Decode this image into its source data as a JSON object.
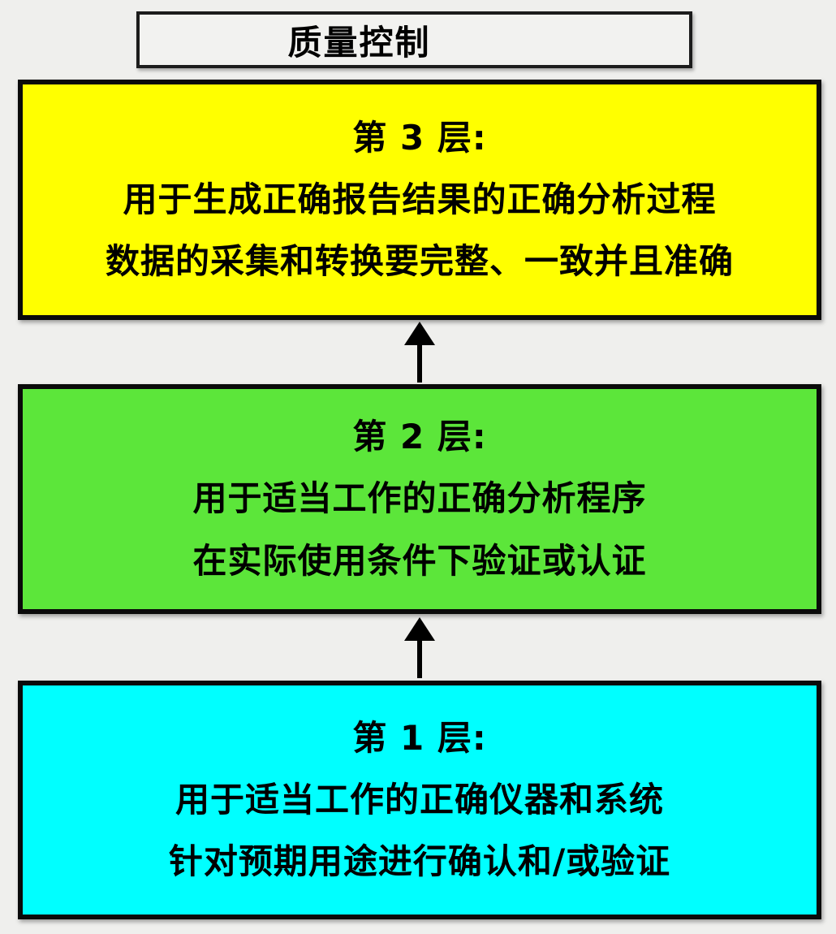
{
  "title": "质量控制",
  "colors": {
    "background": "#EFEFED",
    "title_fill": "#F2F2F0",
    "border": "#0a0a0a",
    "arrow": "#000000",
    "text": "#000000",
    "layer3_yellow": "#FFFF00",
    "layer2_green": "#5CE63A",
    "layer1_cyan": "#00FFFF"
  },
  "layers": [
    {
      "id": "layer-3",
      "heading": "第 3 层:",
      "line1": "用于生成正确报告结果的正确分析过程",
      "line2": "数据的采集和转换要完整、一致并且准确"
    },
    {
      "id": "layer-2",
      "heading": "第 2 层:",
      "line1": "用于适当工作的正确分析程序",
      "line2": "在实际使用条件下验证或认证"
    },
    {
      "id": "layer-1",
      "heading": "第 1 层:",
      "line1": "用于适当工作的正确仪器和系统",
      "line2": "针对预期用途进行确认和/或验证"
    }
  ]
}
